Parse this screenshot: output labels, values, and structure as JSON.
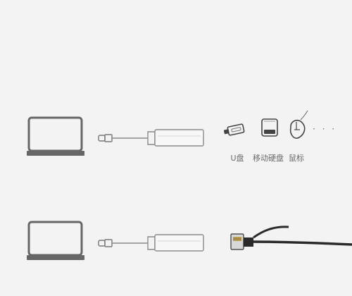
{
  "labels": {
    "usb_drive": "U盘",
    "external_hdd": "移动硬盘",
    "mouse": "鼠标",
    "more": "· · ·"
  },
  "icons": {
    "top_laptop": "laptop-icon",
    "bottom_laptop": "laptop-icon",
    "top_hub": "usb-c-hub-icon",
    "bottom_hub": "usb-c-ethernet-adapter-icon",
    "usb_drive": "usb-drive-icon",
    "external_hdd": "external-hdd-icon",
    "mouse": "mouse-icon",
    "ethernet": "ethernet-cable-icon"
  },
  "colors": {
    "background": "#f3f3f3",
    "stroke": "#6a6a6a",
    "cable": "#2a2a2a"
  }
}
